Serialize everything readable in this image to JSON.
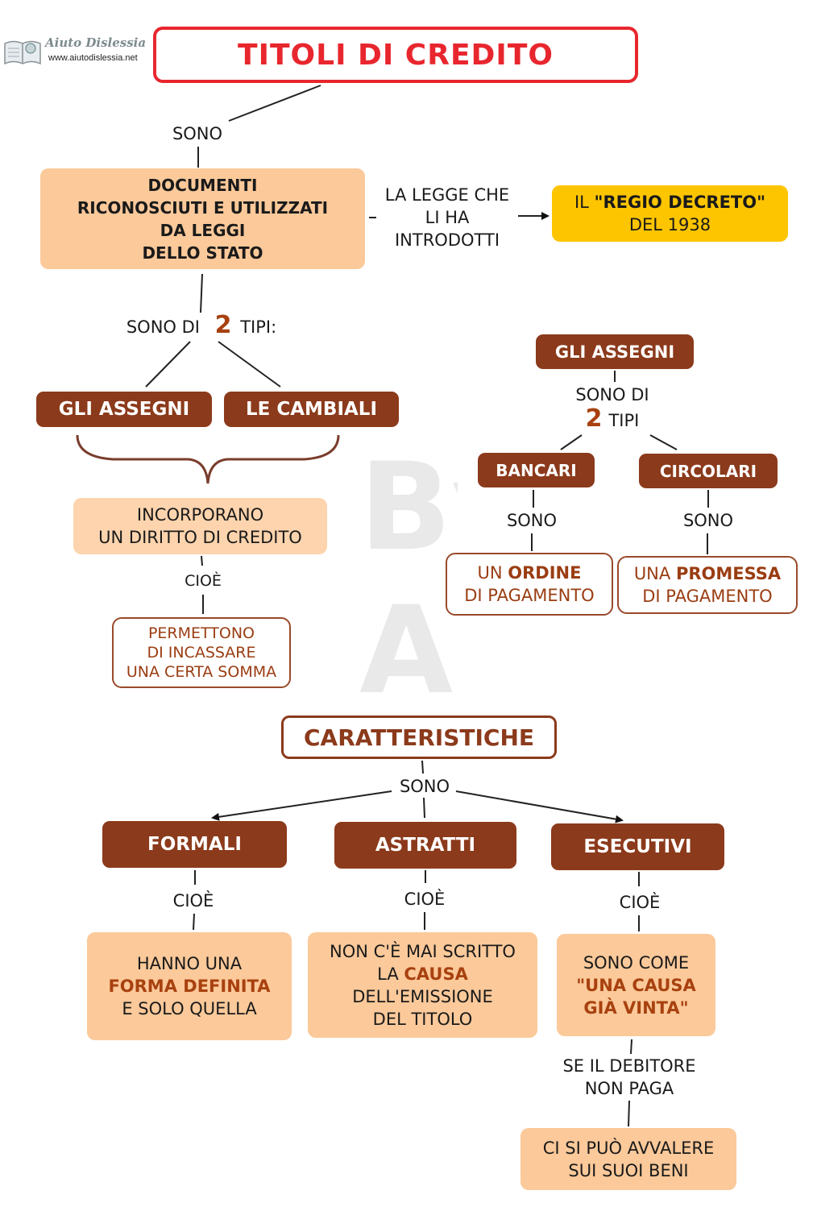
{
  "logo": {
    "name": "Aiuto Dislessia",
    "url": "www.aiutodislessia.net"
  },
  "watermark": {
    "line1": "By",
    "line2": "Ai"
  },
  "title": "TITOLI DI CREDITO",
  "connectors": {
    "sono_top": "SONO",
    "legge_1": "LA LEGGE CHE",
    "legge_2": "LI HA",
    "legge_3": "INTRODOTTI",
    "tipi_pre": "SONO DI",
    "tipi_num": "2",
    "tipi_post": "TIPI:",
    "cioe_left": "CIOÈ",
    "sono_di": "SONO DI",
    "tipi2_num": "2",
    "tipi2_post": "TIPI",
    "sono_bancari": "SONO",
    "sono_circolari": "SONO",
    "sono_caratt": "SONO",
    "cioe_formali": "CIOÈ",
    "cioe_astratti": "CIOÈ",
    "cioe_esecutivi": "CIOÈ",
    "debitore_1": "SE IL DEBITORE",
    "debitore_2": "NON PAGA"
  },
  "nodes": {
    "documenti_1": "DOCUMENTI",
    "documenti_2": "RICONOSCIUTI E UTILIZZATI",
    "documenti_3": "DA LEGGI",
    "documenti_4": "DELLO STATO",
    "regio_pre": "IL",
    "regio_hl": "\"REGIO DECRETO\"",
    "regio_2": "DEL 1938",
    "assegni": "GLI ASSEGNI",
    "cambiali": "LE CAMBIALI",
    "incorporano_1": "INCORPORANO",
    "incorporano_2": "UN DIRITTO DI CREDITO",
    "permettono_1": "PERMETTONO",
    "permettono_2": "DI INCASSARE",
    "permettono_3": "UNA CERTA SOMMA",
    "assegni_right": "GLI ASSEGNI",
    "bancari": "BANCARI",
    "circolari": "CIRCOLARI",
    "ordine_pre": "UN",
    "ordine_hl": "ORDINE",
    "ordine_2": "DI PAGAMENTO",
    "promessa_pre": "UNA",
    "promessa_hl": "PROMESSA",
    "promessa_2": "DI PAGAMENTO",
    "caratteristiche": "CARATTERISTICHE",
    "formali": "FORMALI",
    "astratti": "ASTRATTI",
    "esecutivi": "ESECUTIVI",
    "formali_1": "HANNO UNA",
    "formali_hl": "FORMA DEFINITA",
    "formali_3": "E SOLO QUELLA",
    "astratti_1": "NON C'È MAI SCRITTO",
    "astratti_pre": "LA",
    "astratti_hl": "CAUSA",
    "astratti_3": "DELL'EMISSIONE",
    "astratti_4": "DEL TITOLO",
    "esecutivi_1": "SONO COME",
    "esecutivi_hl1": "\"UNA CAUSA",
    "esecutivi_hl2": "GIÀ VINTA\"",
    "beni_1": "CI SI PUÒ AVVALERE",
    "beni_2": "SUI SUOI BENI"
  },
  "colors": {
    "title_border": "#e8262e",
    "title_text": "#e8262e",
    "brown_box": "#8b3a1b",
    "peach_box": "#fbc99a",
    "yellow_box": "#fdc500",
    "highlight_text": "#a8410f"
  }
}
